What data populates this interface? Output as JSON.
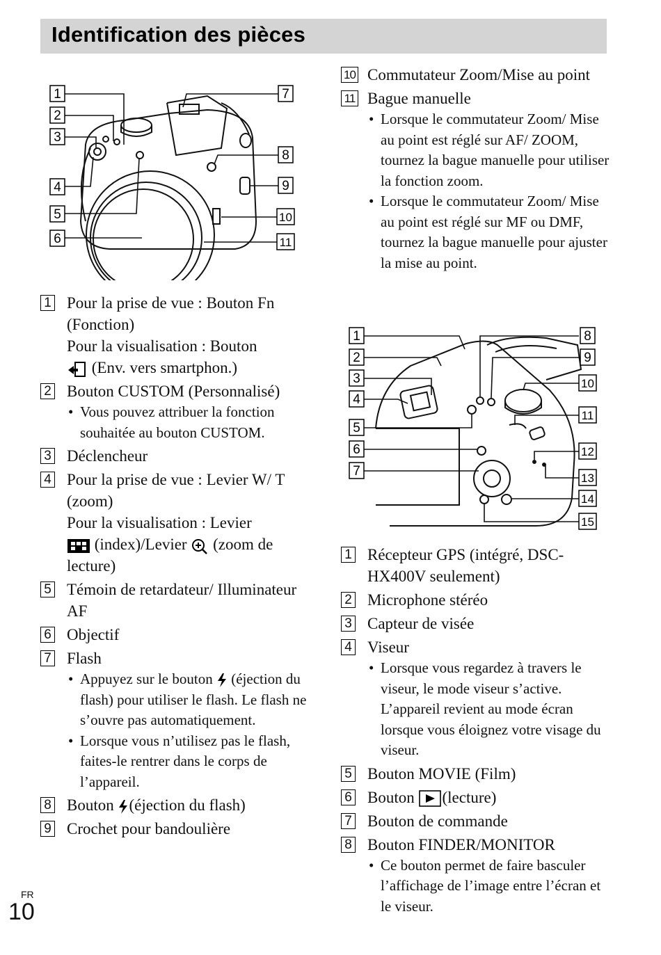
{
  "page": {
    "title": "Identification des pièces",
    "lang_tag": "FR",
    "page_number": "10"
  },
  "front_figure": {
    "callouts": [
      "1",
      "2",
      "3",
      "4",
      "5",
      "6",
      "7",
      "8",
      "9",
      "10",
      "11"
    ]
  },
  "back_figure": {
    "callouts": [
      "1",
      "2",
      "3",
      "4",
      "5",
      "6",
      "7",
      "8",
      "9",
      "10",
      "11",
      "12",
      "13",
      "14",
      "15"
    ]
  },
  "left_items": [
    {
      "num": "1",
      "a": "Pour la prise de vue : Bouton Fn (Fonction)",
      "b": "Pour la visualisation : Bouton",
      "c": "(Env. vers smartphon.)"
    },
    {
      "num": "2",
      "text": "Bouton CUSTOM (Personnalisé)",
      "bullets": [
        "Vous pouvez attribuer la fonction souhaitée au bouton CUSTOM."
      ]
    },
    {
      "num": "3",
      "text": "Déclencheur"
    },
    {
      "num": "4",
      "a": "Pour la prise de vue : Levier W/ T (zoom)",
      "b": "Pour la visualisation : Levier",
      "c": "(index)/Levier",
      "d": "(zoom de lecture)"
    },
    {
      "num": "5",
      "text": "Témoin de retardateur/ Illuminateur AF"
    },
    {
      "num": "6",
      "text": "Objectif"
    },
    {
      "num": "7",
      "text": "Flash",
      "b1a": "Appuyez sur le bouton",
      "b1b": "(éjection du flash) pour utiliser le flash. Le flash ne s’ouvre pas automatiquement.",
      "b2": "Lorsque vous n’utilisez pas le flash, faites-le rentrer dans le corps de l’appareil."
    },
    {
      "num": "8",
      "a": "Bouton",
      "b": "(éjection du flash)"
    },
    {
      "num": "9",
      "text": "Crochet pour bandoulière"
    }
  ],
  "right_items_top": [
    {
      "num": "10",
      "text": "Commutateur Zoom/Mise au point"
    },
    {
      "num": "11",
      "text": "Bague manuelle",
      "bullets": [
        "Lorsque le commutateur Zoom/ Mise au point est réglé sur AF/ ZOOM, tournez la bague manuelle pour utiliser la fonction zoom.",
        "Lorsque le commutateur Zoom/ Mise au point est réglé sur MF ou DMF, tournez la bague manuelle pour ajuster la mise au point."
      ]
    }
  ],
  "right_items_bottom": [
    {
      "num": "1",
      "text": "Récepteur GPS (intégré, DSC-HX400V seulement)"
    },
    {
      "num": "2",
      "text": "Microphone stéréo"
    },
    {
      "num": "3",
      "text": "Capteur de visée"
    },
    {
      "num": "4",
      "text": "Viseur",
      "bullets": [
        "Lorsque vous regardez à travers le viseur, le mode viseur s’active. L’appareil revient au mode écran lorsque vous éloignez votre visage du viseur."
      ]
    },
    {
      "num": "5",
      "text": "Bouton MOVIE (Film)"
    },
    {
      "num": "6",
      "a": "Bouton",
      "b": "(lecture)"
    },
    {
      "num": "7",
      "text": "Bouton de commande"
    },
    {
      "num": "8",
      "text": "Bouton FINDER/MONITOR",
      "bullets": [
        "Ce bouton permet de faire basculer l’affichage de l’image entre l’écran et le viseur."
      ]
    }
  ]
}
